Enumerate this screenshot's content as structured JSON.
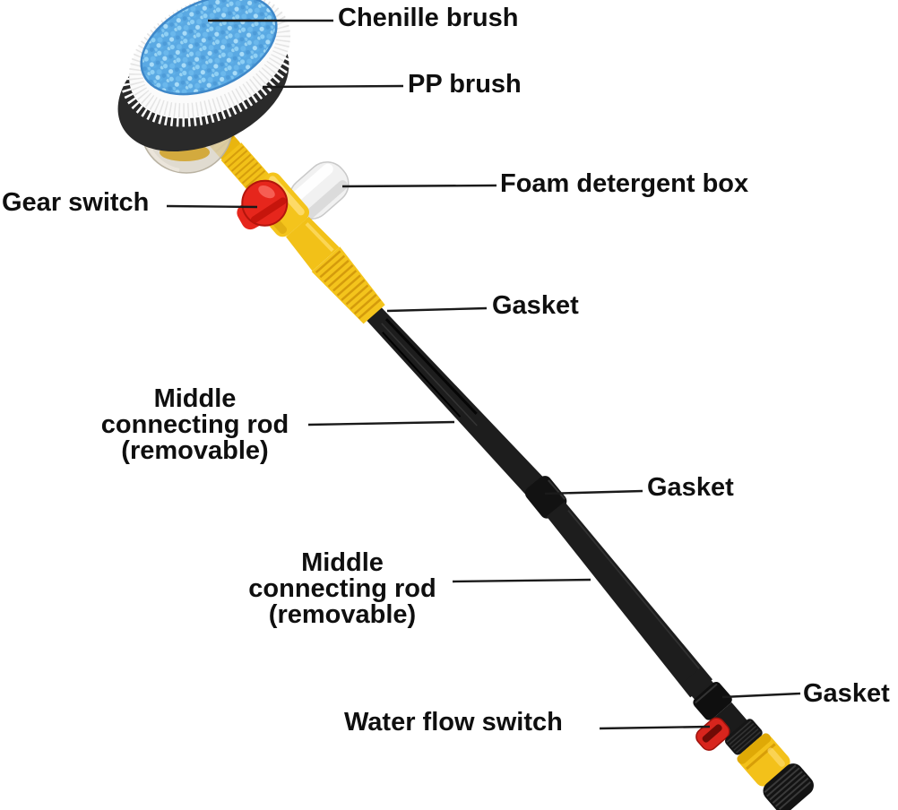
{
  "labels": {
    "chenille": "Chenille brush",
    "pp": "PP brush",
    "gear": "Gear switch",
    "foam": "Foam detergent box",
    "gasket1": "Gasket",
    "gasket2": "Gasket",
    "gasket3": "Gasket",
    "rod_line1": "Middle",
    "rod_line2": "connecting rod",
    "rod_line3": "(removable)",
    "water": "Water flow switch"
  },
  "colors": {
    "background": "#ffffff",
    "label_text": "#0f0f0f",
    "leader_line": "#1a1a1a",
    "pole_yellow": "#f2c118",
    "collar_yellow": "#f4c41c",
    "switch_red": "#e6261c",
    "water_switch_red": "#d8251d",
    "chenille_blue": "#5aa9e3",
    "bristle_white": "#fbfbfb",
    "band_black": "#2a2a2a",
    "rod_black": "#1d1d1d",
    "foam_box_white": "#f1f1f1",
    "housing_amber": "#c0913a"
  }
}
